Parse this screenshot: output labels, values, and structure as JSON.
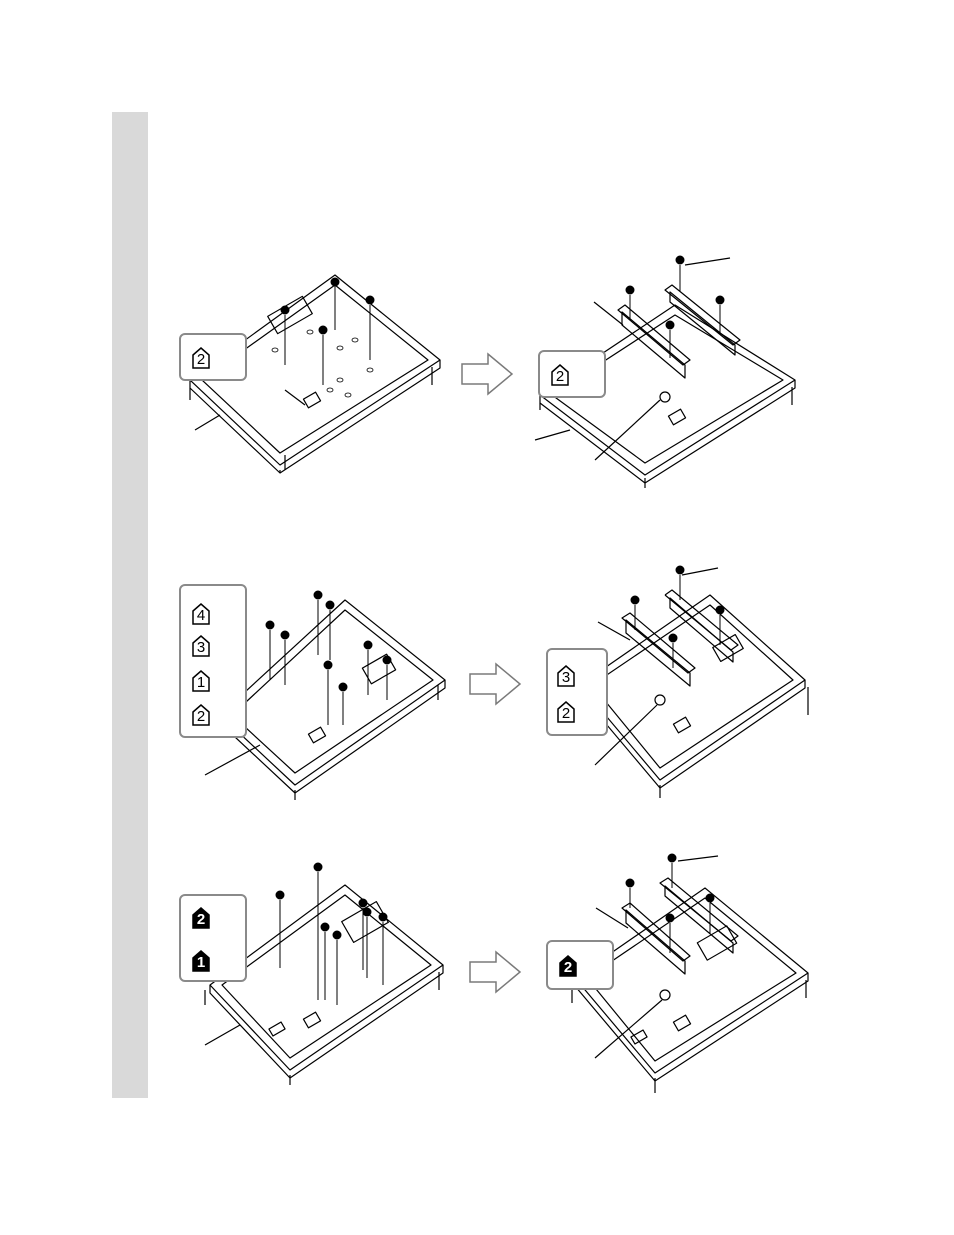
{
  "rows": [
    {
      "left_callout": [
        {
          "number": "2",
          "style": "outline"
        }
      ],
      "right_callout": [
        {
          "number": "2",
          "style": "outline"
        }
      ]
    },
    {
      "left_callout": [
        {
          "number": "4",
          "style": "outline"
        },
        {
          "number": "3",
          "style": "outline"
        },
        {
          "number": "1",
          "style": "outline"
        },
        {
          "number": "2",
          "style": "outline"
        }
      ],
      "right_callout": [
        {
          "number": "3",
          "style": "outline"
        },
        {
          "number": "2",
          "style": "outline"
        }
      ]
    },
    {
      "left_callout": [
        {
          "number": "2",
          "style": "solid"
        },
        {
          "number": "1",
          "style": "solid"
        }
      ],
      "right_callout": [
        {
          "number": "2",
          "style": "solid"
        }
      ]
    }
  ],
  "colors": {
    "sidebar": "#d9d9d9",
    "line": "#000000",
    "callout_border": "#8a8a8a",
    "arrow_stroke": "#7a7a7a"
  },
  "icons": {
    "step_arrow": "right-arrow-icon",
    "badge": "pentagon-number-badge-icon",
    "screw": "screw-icon"
  }
}
